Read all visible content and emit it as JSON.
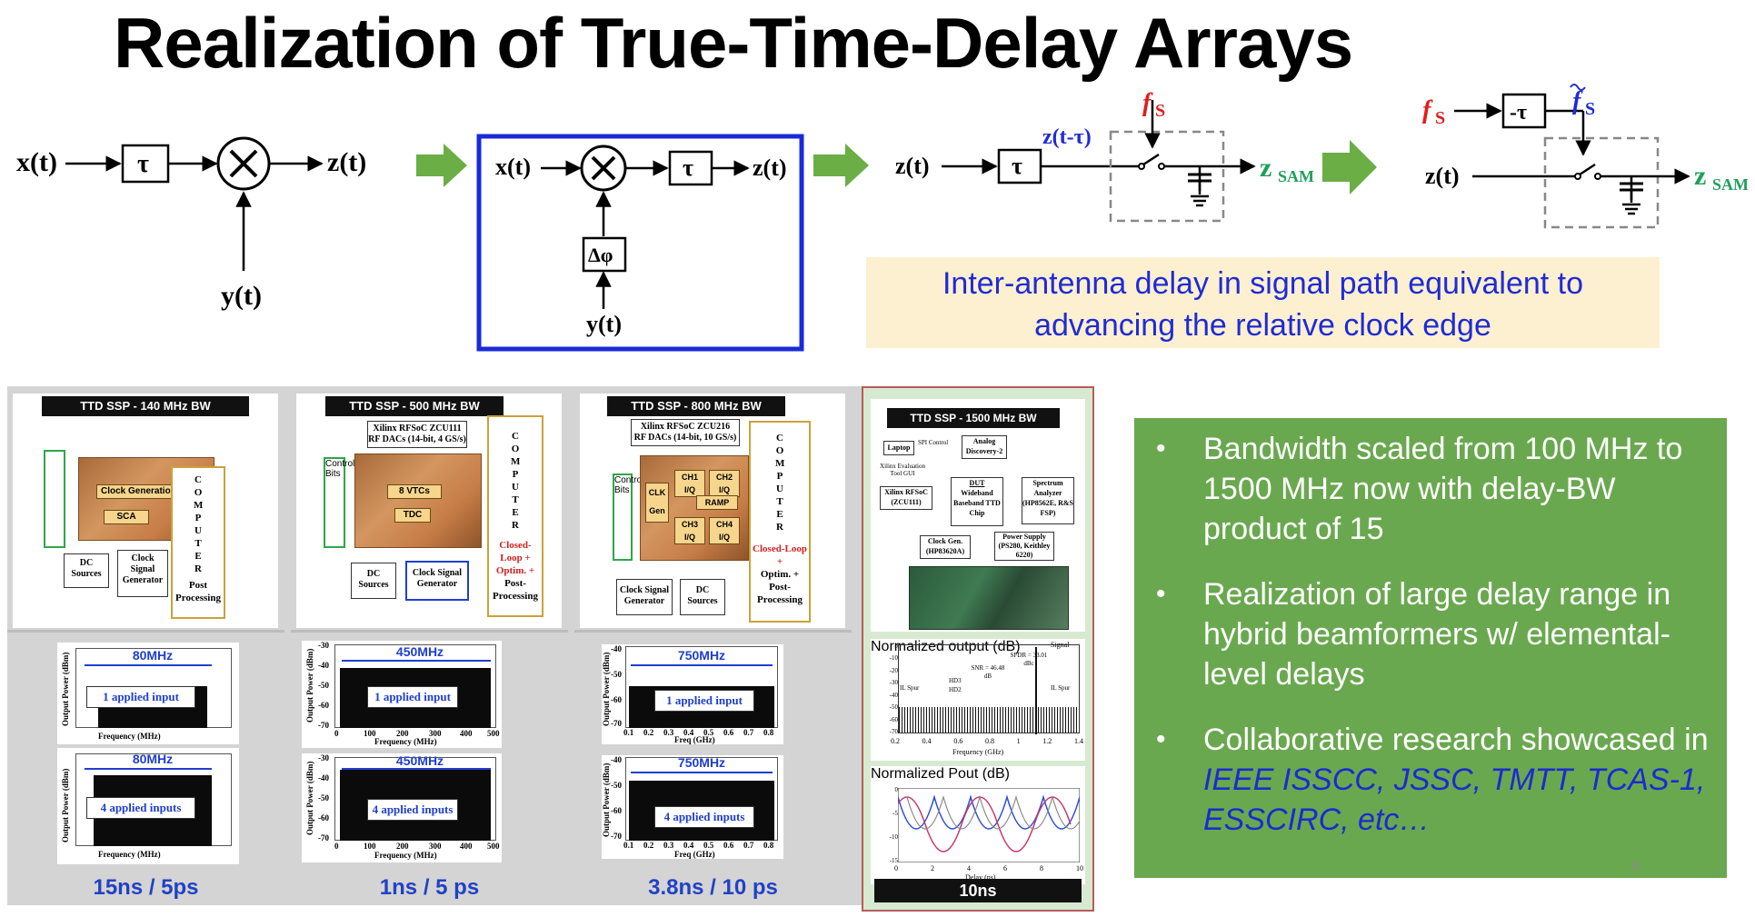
{
  "slide": {
    "title": "Realization of True-Time-Delay Arrays",
    "slide_number": "6"
  },
  "diagram": {
    "block1": {
      "input": "x(t)",
      "delay": "τ",
      "output": "z(t)",
      "mixer_input": "y(t)"
    },
    "block2": {
      "input": "x(t)",
      "delay": "τ",
      "output": "z(t)",
      "phase": "Δφ",
      "mixer_input": "y(t)"
    },
    "block3": {
      "input": "z(t)",
      "delay": "τ",
      "delayed": "z(t-τ)",
      "clock": "f",
      "clock_sub": "S",
      "output": "z",
      "output_sub": "SAM"
    },
    "block4": {
      "clock": "f",
      "clock_sub": "S",
      "advance": "-τ",
      "adv_clock": "f",
      "adv_clock_sub": "S",
      "input": "z(t)",
      "output": "z",
      "output_sub": "SAM"
    }
  },
  "callout": {
    "line1": "Inter-antenna delay in signal path equivalent to",
    "line2": "advancing the relative clock edge"
  },
  "panels": [
    {
      "header": "TTD SSP  - 140 MHz BW",
      "chip": "Clock Generation Unit",
      "chip_sub": "SCA",
      "box_dc": "DC Sources",
      "box_clock": "Clock Signal Generator",
      "computer": "COMPUTER",
      "computer_sub": "Post Processing",
      "plot_top": {
        "bw": "80MHz",
        "label": "1 applied input",
        "xlabel": "Frequency (MHz)",
        "ylabel": "Output Power (dBm)"
      },
      "plot_bottom": {
        "bw": "80MHz",
        "label": "4 applied inputs",
        "xlabel": "Frequency (MHz)",
        "ylabel": "Output Power (dBm)"
      },
      "caption": "15ns / 5ps"
    },
    {
      "header": "TTD SSP  - 500 MHz BW",
      "fpga": "Xilinx RFSoC ZCU111",
      "fpga_sub": "RF DACs (14-bit, 4 GS/s)",
      "chip": "8 VTCs",
      "chip_sub": "TDC",
      "side_bar": "Control Bits",
      "box_dc": "DC Sources",
      "box_clock": "Clock Signal Generator",
      "computer": "COMPUTER",
      "computer_red": "Closed-Loop + Optim. +",
      "computer_sub": "Post-Processing",
      "plot_top": {
        "bw": "450MHz",
        "label": "1 applied input",
        "xlabel": "Frequency (MHz)",
        "ylabel": "Output Power (dBm)",
        "xticks": [
          "0",
          "100",
          "200",
          "300",
          "400",
          "500"
        ],
        "yticks": [
          "-30",
          "-40",
          "-50",
          "-60",
          "-70"
        ]
      },
      "plot_bottom": {
        "bw": "450MHz",
        "label": "4 applied inputs",
        "xlabel": "Frequency (MHz)",
        "ylabel": "Output Power (dBm)",
        "xticks": [
          "0",
          "100",
          "200",
          "300",
          "400",
          "500"
        ],
        "yticks": [
          "-30",
          "-40",
          "-50",
          "-60",
          "-70"
        ]
      },
      "caption": "1ns / 5 ps"
    },
    {
      "header": "TTD SSP  - 800 MHz BW",
      "fpga": "Xilinx RFSoC ZCU216",
      "fpga_sub": "RF DACs (14-bit, 10 GS/s)",
      "chip_blocks": [
        "CLK Gen",
        "CH1 I/Q",
        "CH2 I/Q",
        "RAMP",
        "CH3 I/Q",
        "CH4 I/Q"
      ],
      "side_bar": "Control Bits",
      "box_clock": "Clock Signal Generator",
      "box_dc": "DC Sources",
      "computer": "COMPUTER",
      "computer_red": "Closed-Loop +",
      "computer_sub": "Optim. + Post-Processing",
      "plot_top": {
        "bw": "750MHz",
        "label": "1 applied input",
        "xlabel": "Freq (GHz)",
        "ylabel": "Output Power (dBm)",
        "xticks": [
          "0.1",
          "0.2",
          "0.3",
          "0.4",
          "0.5",
          "0.6",
          "0.7",
          "0.8"
        ],
        "yticks": [
          "-40",
          "-50",
          "-60",
          "-70"
        ]
      },
      "plot_bottom": {
        "bw": "750MHz",
        "label": "4 applied inputs",
        "xlabel": "Freq (GHz)",
        "ylabel": "Output Power (dBm)",
        "xticks": [
          "0.1",
          "0.2",
          "0.3",
          "0.4",
          "0.5",
          "0.6",
          "0.7",
          "0.8"
        ],
        "yticks": [
          "-40",
          "-50",
          "-60",
          "-70"
        ]
      },
      "caption": "3.8ns / 10 ps"
    }
  ],
  "panel4": {
    "header": "TTD SSP  - 1500 MHz BW",
    "laptop": "Laptop",
    "spi": "SPI Control",
    "analog": "Analog Discovery-2",
    "xilinx_gui": "Xilinx Evaluation Tool GUI",
    "rfsoc": "Xilinx RFSoC (ZCU111)",
    "dut": "DUT",
    "dut_sub": "Wideband Baseband TTD Chip",
    "analyzer": "Spectrum Analyzer (HP8562E, R&S FSP)",
    "clock_gen": "Clock Gen. (HP83620A)",
    "power": "Power Supply (PS280, Keithley 6220)",
    "spectrum": {
      "ylabel": "Normalized output (dB)",
      "xlabel": "Frequency (GHz)",
      "xticks": [
        "0.2",
        "0.4",
        "0.6",
        "0.8",
        "1",
        "1.2",
        "1.4"
      ],
      "yticks": [
        "0",
        "-10",
        "-20",
        "-30",
        "-40",
        "-50",
        "-60",
        "-70"
      ],
      "annotations": [
        "Signal",
        "SFDR = 33.01 dBc",
        "SNR = 46.48 dB",
        "HD3",
        "HD2",
        "IL Spur",
        "IL Spur"
      ]
    },
    "delay_plot": {
      "ylabel": "Normalized Pout (dB)",
      "xlabel": "Delay (ns)",
      "xticks": [
        "0",
        "2",
        "4",
        "6",
        "8",
        "10"
      ],
      "yticks": [
        "0",
        "-5",
        "-10",
        "-15"
      ]
    },
    "caption": "10ns"
  },
  "bullets": [
    {
      "text": "Bandwidth scaled from 100 MHz to 1500 MHz now with delay-BW product of 15"
    },
    {
      "text": "Realization of large delay range in hybrid beamformers w/ elemental-level delays"
    },
    {
      "text": "Collaborative research showcased in ",
      "pubs": "IEEE ISSCC, JSSC, TMTT, TCAS-1, ESSCIRC, etc…"
    }
  ],
  "colors": {
    "arrow_green": "#6aae45",
    "highlight_blue": "#1f2bd6",
    "callout_bg": "#fdf0d0",
    "bullet_bg": "#6aa84f",
    "clock_red": "#e41b1b",
    "sam_green": "#1fa05a"
  }
}
